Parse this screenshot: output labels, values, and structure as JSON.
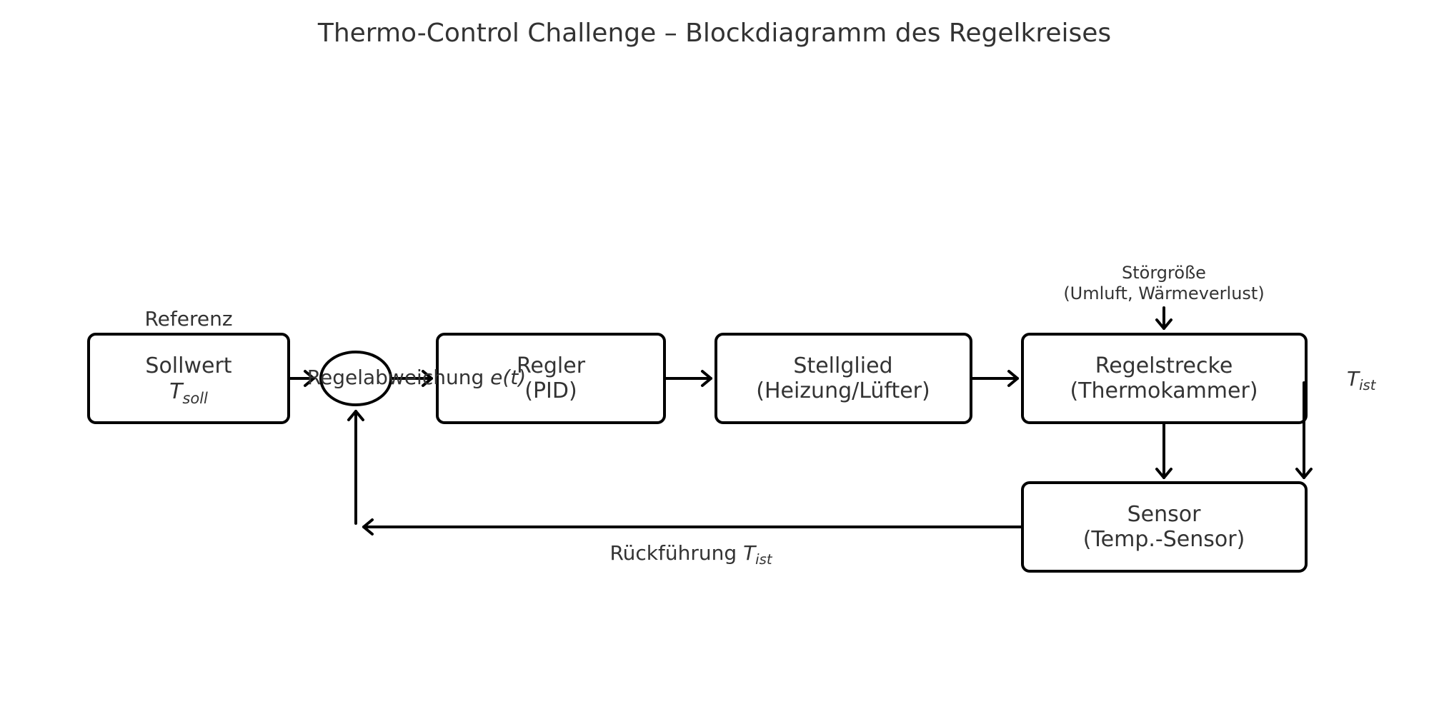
{
  "title": "Thermo-Control Challenge – Blockdiagramm des Regelkreises",
  "labels": {
    "referenz": "Referenz",
    "stoergroesse_line1": "Störgröße",
    "stoergroesse_line2": "(Umluft, Wärmeverlust)",
    "error_prefix": "Regelabweichung ",
    "error_symbol": "e(t)",
    "tist_base": "T",
    "tist_sub": "ist",
    "feedback_prefix": "Rückführung "
  },
  "blocks": {
    "sollwert": {
      "line1": "Sollwert",
      "symbol_base": "T",
      "symbol_sub": "soll"
    },
    "regler": {
      "line1": "Regler",
      "line2": "(PID)"
    },
    "stellglied": {
      "line1": "Stellglied",
      "line2": "(Heizung/Lüfter)"
    },
    "regelstrecke": {
      "line1": "Regelstrecke",
      "line2": "(Thermokammer)"
    },
    "sensor": {
      "line1": "Sensor",
      "line2": "(Temp.-Sensor)"
    }
  }
}
